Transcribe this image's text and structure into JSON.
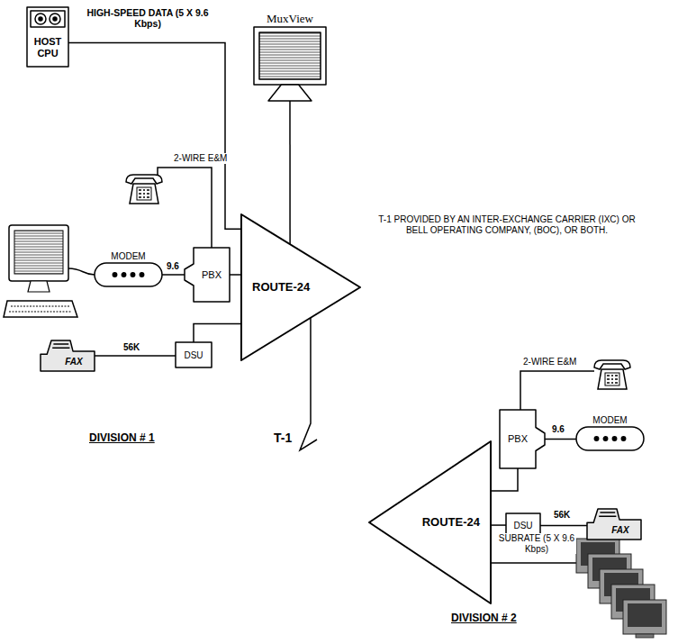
{
  "diagram": {
    "nodes": [
      {
        "text": [
          "HOST CPU"
        ]
      },
      {
        "text": [
          "MuxView"
        ]
      },
      {
        "text": [
          "MODEM"
        ]
      },
      {
        "text": [
          "PBX"
        ]
      },
      {
        "text": [
          "ROUTE-24"
        ]
      },
      {
        "text": [
          "FAX"
        ]
      },
      {
        "text": [
          "DSU"
        ]
      },
      {
        "text": [
          "PBX"
        ]
      },
      {
        "text": [
          "MODEM"
        ]
      },
      {
        "text": [
          "ROUTE-24"
        ]
      },
      {
        "text": [
          "DSU"
        ]
      },
      {
        "text": [
          "FAX"
        ]
      }
    ],
    "edges": [
      {
        "from": 0,
        "to": 4,
        "label": "HIGH-SPEED DATA (5 X 9.6 Kbps)",
        "arrow": "none"
      },
      {
        "from": 1,
        "to": 4,
        "arrow": "none"
      },
      {
        "from": 2,
        "to": 3,
        "label": "9.6",
        "arrow": "none"
      },
      {
        "from": 3,
        "to": 4,
        "arrow": "none"
      },
      {
        "from": 6,
        "to": 4,
        "arrow": "none"
      },
      {
        "from": 5,
        "to": 6,
        "label": "56K",
        "arrow": "none"
      },
      {
        "from": 4,
        "to": 9,
        "label": "T-1",
        "arrow": "none"
      },
      {
        "from": 9,
        "to": 7,
        "arrow": "none"
      },
      {
        "from": 7,
        "to": 8,
        "label": "9.6",
        "arrow": "none"
      },
      {
        "from": 9,
        "to": 10,
        "arrow": "none"
      },
      {
        "from": 10,
        "to": 11,
        "label": "56K",
        "arrow": "none"
      }
    ],
    "labels": [
      "2-WIRE E&M",
      "T-1 PROVIDED BY AN INTER-EXCHANGE CARRIER (IXC) OR BELL OPERATING COMPANY, (BOC), OR BOTH.",
      "DIVISION # 1",
      "2-WIRE E&M",
      "SUBRATE (5 X 9.6 Kbps)",
      "DIVISION # 2"
    ]
  }
}
